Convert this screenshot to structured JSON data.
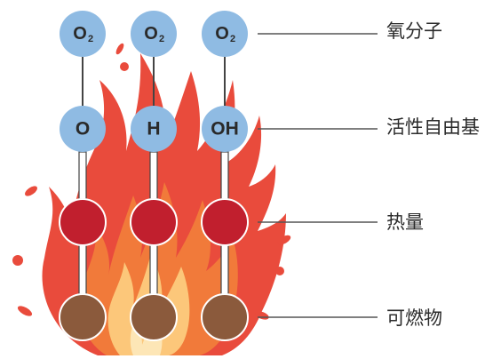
{
  "labels": {
    "oxygen_molecule": "氧分子",
    "free_radical": "活性自由基",
    "heat": "热量",
    "fuel": "可燃物"
  },
  "nodes": {
    "o2_sub": "2",
    "o2_main": "O",
    "radical_o": "O",
    "radical_h": "H",
    "radical_oh": "OH"
  },
  "colors": {
    "oxygen": "#8fbbe3",
    "heat": "#c11f2e",
    "fuel": "#8b5a3c",
    "flame_outer": "#e94b3c",
    "flame_mid": "#f17a3a",
    "flame_inner": "#fcc77a",
    "flame_core": "#fde6b6",
    "leader_line": "#555555"
  }
}
